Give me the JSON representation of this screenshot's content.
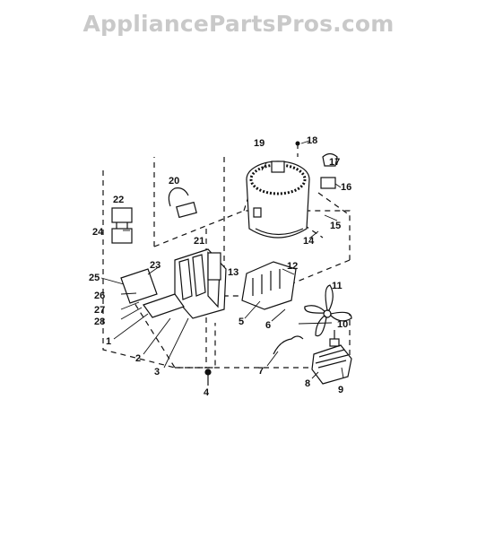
{
  "watermark": "AppliancePartsPros.com",
  "diagram": {
    "part_labels": [
      "1",
      "2",
      "3",
      "4",
      "5",
      "6",
      "7",
      "8",
      "9",
      "10",
      "11",
      "12",
      "13",
      "14",
      "15",
      "16",
      "17",
      "18",
      "19",
      "20",
      "21",
      "22",
      "23",
      "24",
      "25",
      "26",
      "27",
      "28"
    ]
  },
  "colors": {
    "line": "#111111",
    "watermark": "#c9c9c9",
    "background": "#ffffff"
  }
}
